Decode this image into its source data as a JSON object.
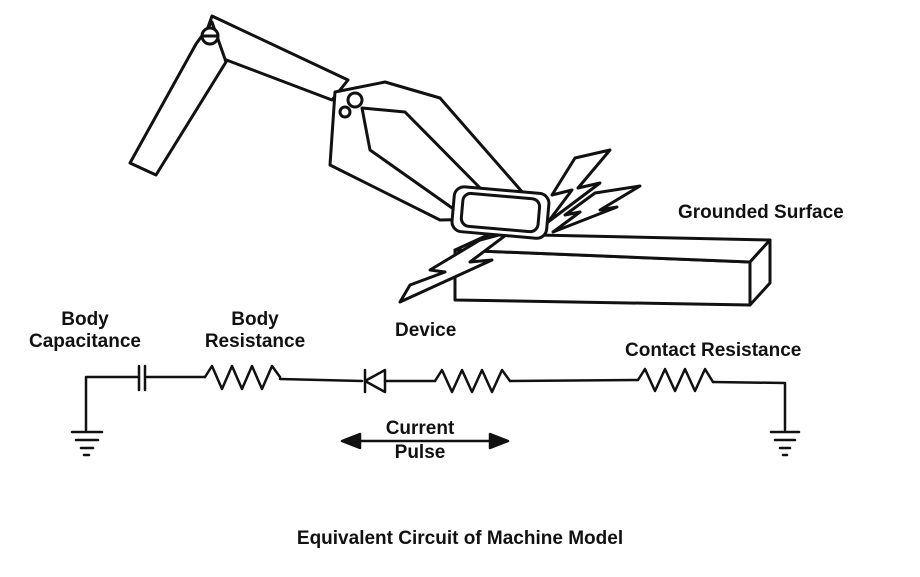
{
  "labels": {
    "grounded_surface": "Grounded Surface",
    "body_capacitance_line1": "Body",
    "body_capacitance_line2": "Capacitance",
    "body_resistance_line1": "Body",
    "body_resistance_line2": "Resistance",
    "device": "Device",
    "contact_resistance": "Contact Resistance",
    "current_line1": "Current",
    "current_line2": "Pulse"
  },
  "caption": "Equivalent Circuit of Machine Model",
  "colors": {
    "ink": "#111111",
    "background": "#ffffff"
  }
}
